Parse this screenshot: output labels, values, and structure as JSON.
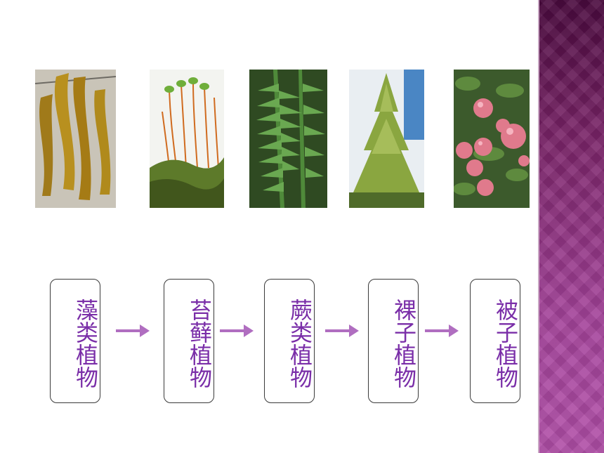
{
  "stages": [
    {
      "label": "藻类植物",
      "photo": "kelp-algae"
    },
    {
      "label": "苔藓植物",
      "photo": "moss"
    },
    {
      "label": "蕨类植物",
      "photo": "fern"
    },
    {
      "label": "裸子植物",
      "photo": "conifer"
    },
    {
      "label": "被子植物",
      "photo": "apple-tree"
    }
  ],
  "colors": {
    "label_text": "#7a2ea8",
    "arrow": "#b06ec0",
    "sidebar": "#8a2f7a"
  },
  "icons": {
    "arrow": "right-arrow-icon"
  }
}
